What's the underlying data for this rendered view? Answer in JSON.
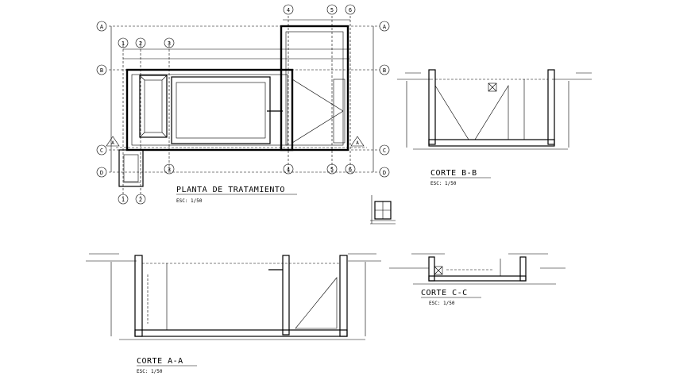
{
  "views": {
    "plan": {
      "title": "PLANTA DE TRATAMIENTO",
      "scale": "ESC: 1/50"
    },
    "section_bb": {
      "title": "CORTE B-B",
      "scale": "ESC: 1/50"
    },
    "section_aa": {
      "title": "CORTE A-A",
      "scale": "ESC: 1/50"
    },
    "section_cc": {
      "title": "CORTE C-C",
      "scale": "ESC: 1/50"
    }
  },
  "grid": {
    "rows": [
      "A",
      "B",
      "C",
      "D"
    ],
    "columns": [
      "1",
      "2",
      "3",
      "4",
      "5",
      "6"
    ],
    "section_markers": [
      "A",
      "A"
    ]
  }
}
